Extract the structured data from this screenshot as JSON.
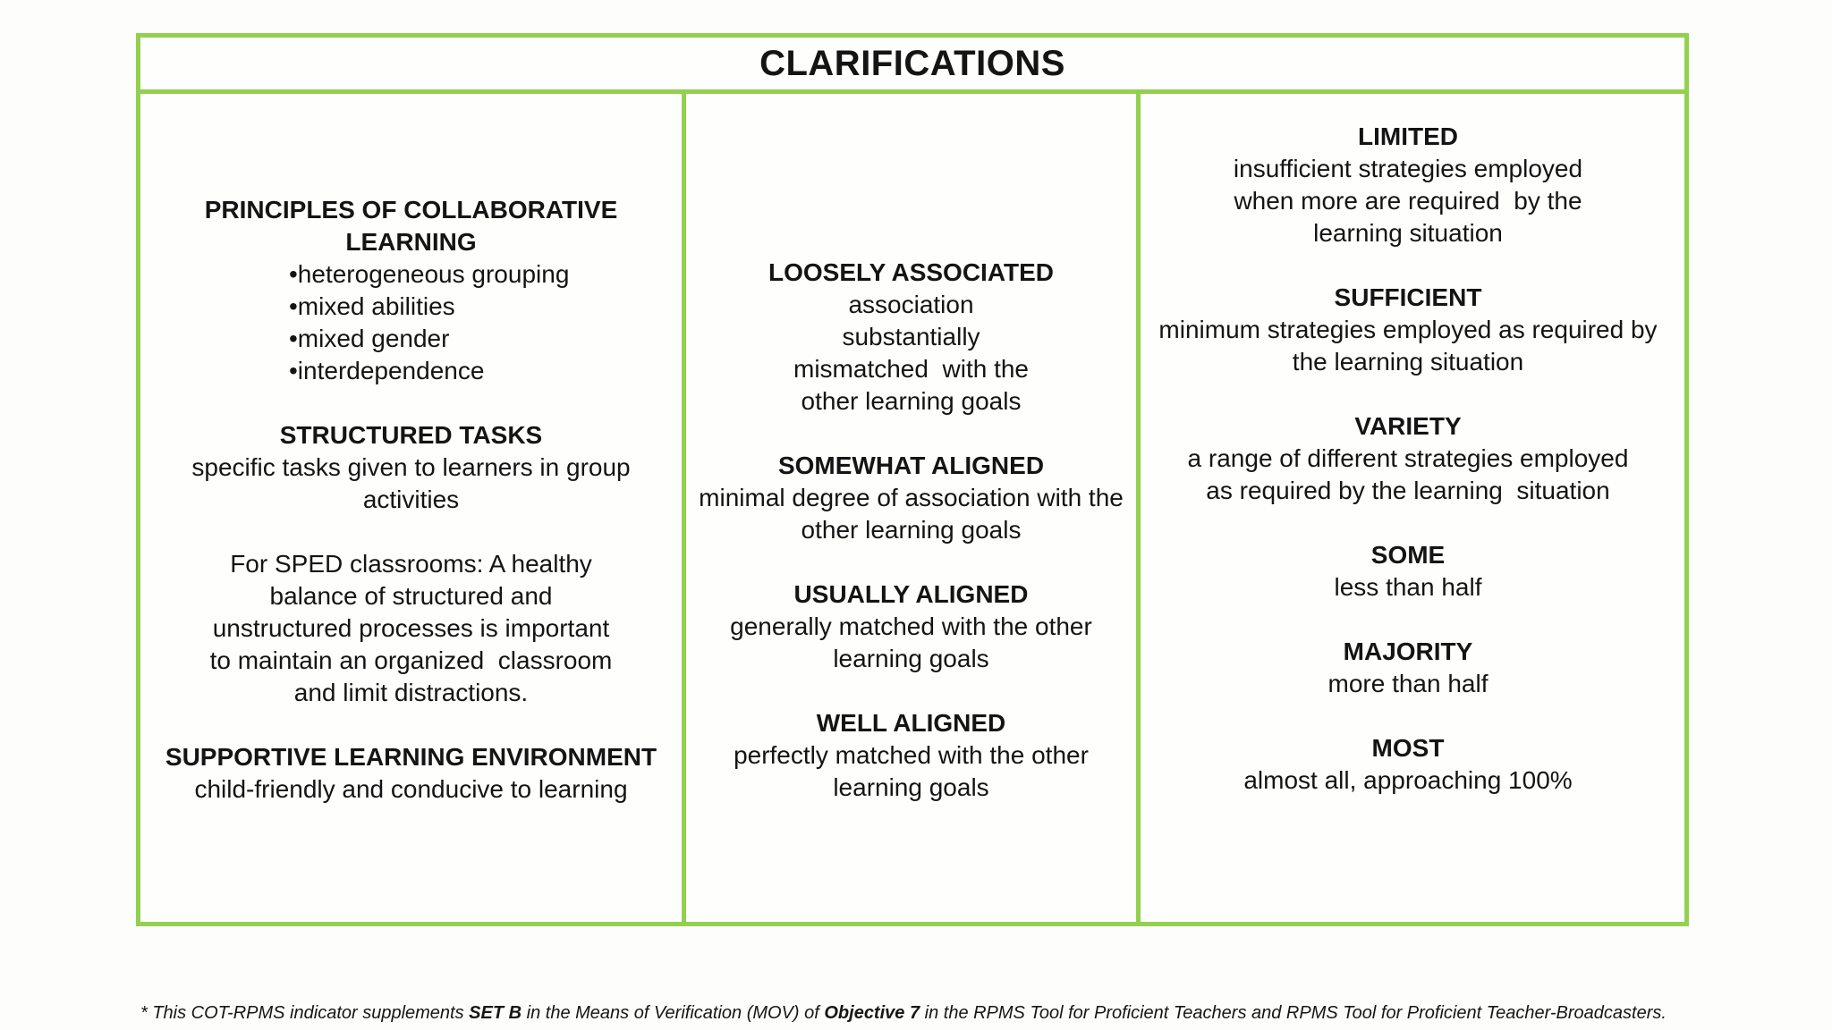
{
  "page": {
    "background": "#fdfdfb"
  },
  "table": {
    "border_color": "#92d050",
    "title": "CLARIFICATIONS",
    "columns": [
      {
        "name": "collaborative-learning-terms",
        "sections": [
          {
            "heading_lines": [
              "PRINCIPLES OF COLLABORATIVE",
              "LEARNING"
            ],
            "bullet_lines": [
              "•heterogeneous grouping",
              "•mixed abilities",
              "•mixed gender",
              "•interdependence"
            ]
          },
          {
            "heading_lines": [
              "STRUCTURED TASKS"
            ],
            "lines": [
              "specific tasks given to learners in group",
              "activities"
            ]
          },
          {
            "heading_lines": [],
            "lines": [
              "For SPED classrooms: A healthy",
              "balance of structured and",
              "unstructured processes is important",
              "to maintain an organized  classroom",
              "and limit distractions."
            ]
          },
          {
            "heading_lines": [
              "SUPPORTIVE LEARNING ENVIRONMENT"
            ],
            "lines": [
              "child-friendly and conducive to learning"
            ]
          }
        ]
      },
      {
        "name": "alignment-terms",
        "sections": [
          {
            "heading_lines": [
              "LOOSELY ASSOCIATED"
            ],
            "lines": [
              "association",
              "substantially",
              "mismatched  with the",
              "other learning goals"
            ]
          },
          {
            "heading_lines": [
              "SOMEWHAT ALIGNED"
            ],
            "lines": [
              "minimal degree of association with the",
              "other learning goals"
            ]
          },
          {
            "heading_lines": [
              "USUALLY ALIGNED"
            ],
            "lines": [
              "generally matched with the other",
              "learning goals"
            ]
          },
          {
            "heading_lines": [
              "WELL ALIGNED"
            ],
            "lines": [
              "perfectly matched with the other",
              "learning goals"
            ]
          }
        ]
      },
      {
        "name": "strategy-quantity-terms",
        "sections": [
          {
            "heading_lines": [
              "LIMITED"
            ],
            "lines": [
              "insufficient strategies employed",
              "when more are required  by the",
              "learning situation"
            ]
          },
          {
            "heading_lines": [
              "SUFFICIENT"
            ],
            "lines": [
              "minimum strategies employed as required by",
              "the learning situation"
            ]
          },
          {
            "heading_lines": [
              "VARIETY"
            ],
            "lines": [
              "a range of different strategies employed",
              "as required by the learning  situation"
            ]
          },
          {
            "heading_lines": [
              "SOME"
            ],
            "lines": [
              "less than half"
            ]
          },
          {
            "heading_lines": [
              "MAJORITY"
            ],
            "lines": [
              "more than half"
            ]
          },
          {
            "heading_lines": [
              "MOST"
            ],
            "lines": [
              "almost all, approaching 100%"
            ]
          }
        ]
      }
    ]
  },
  "footnote": {
    "segments": [
      {
        "text": "* This COT-RPMS indicator supplements ",
        "bold": false
      },
      {
        "text": "SET B",
        "bold": true
      },
      {
        "text": " in the Means of Verification (MOV) of ",
        "bold": false
      },
      {
        "text": "Objective 7",
        "bold": true
      },
      {
        "text": " in the RPMS Tool for Proficient Teachers and RPMS Tool for Proficient Teacher-Broadcasters.",
        "bold": false
      }
    ]
  }
}
